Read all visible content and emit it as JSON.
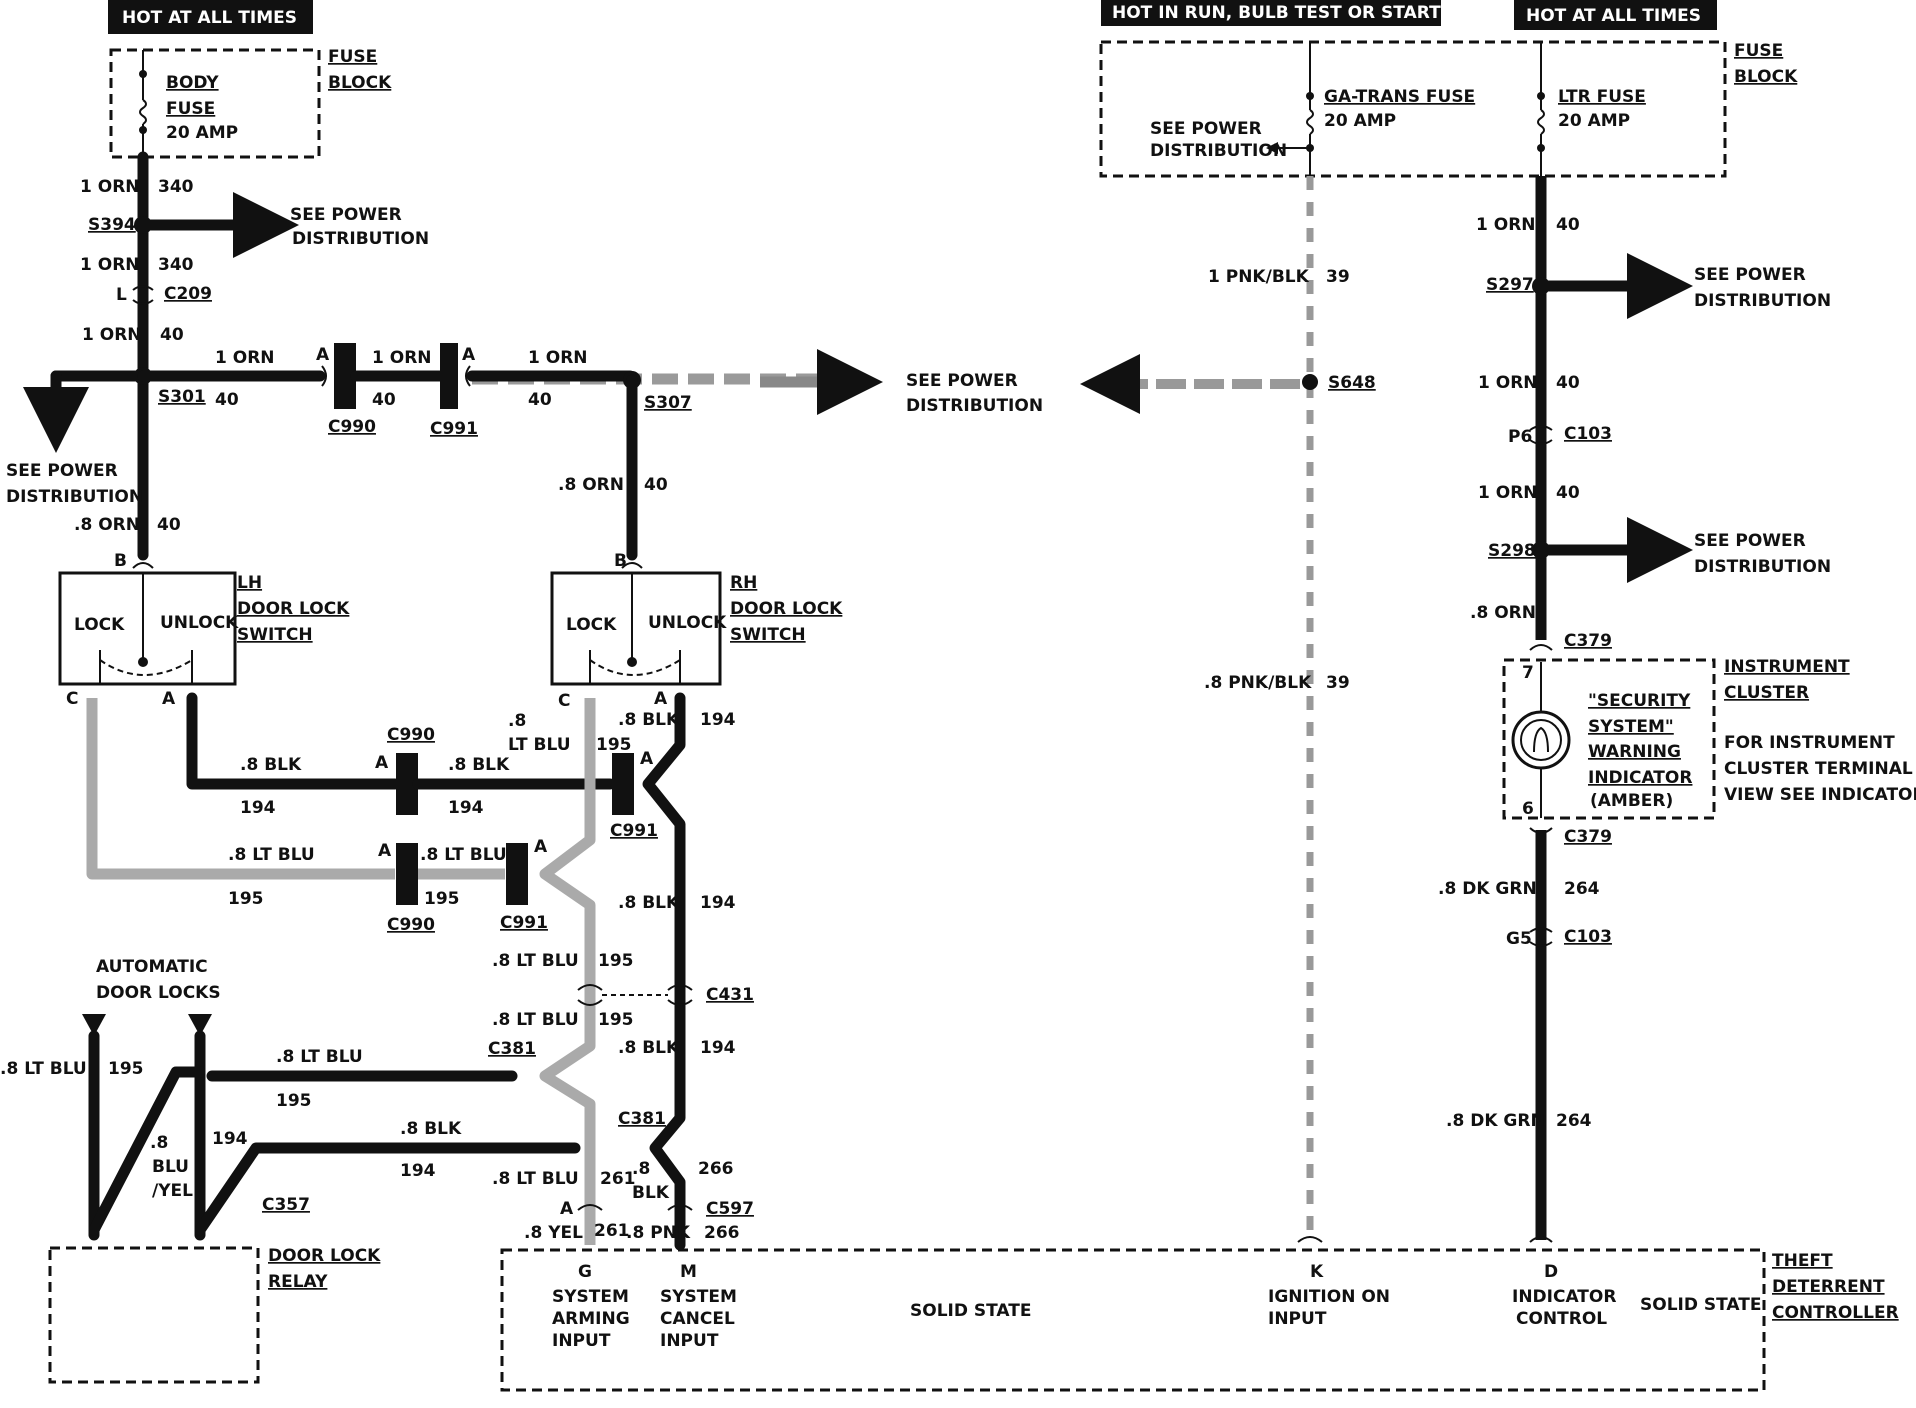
{
  "headers": {
    "hot_all_times_left": "HOT AT ALL TIMES",
    "hot_in_run": "HOT IN RUN, BULB TEST OR START",
    "hot_all_times_right": "HOT AT ALL TIMES"
  },
  "fuse_block": {
    "label1": "FUSE",
    "label2": "BLOCK"
  },
  "fuses": {
    "body": {
      "l1": "BODY",
      "l2": "FUSE",
      "amp": "20 AMP"
    },
    "ga_trans": {
      "name": "GA-TRANS FUSE",
      "amp": "20 AMP"
    },
    "ltr": {
      "name": "LTR FUSE",
      "amp": "20 AMP"
    }
  },
  "see_power": {
    "l1": "SEE POWER",
    "l2": "DISTRIBUTION",
    "small_l1": "SEE POWER",
    "small_l2": "DISTRIBUTION"
  },
  "splices": {
    "s394": "S394",
    "s301": "S301",
    "s307": "S307",
    "s648": "S648",
    "s297": "S297",
    "s298": "S298"
  },
  "connectors": {
    "c209": "C209",
    "c209_pin": "L",
    "c990": "C990",
    "c991": "C991",
    "pin_a": "A",
    "c103": "C103",
    "c103_p6": "P6",
    "c103_g5": "G5",
    "c379": "C379",
    "c379_7": "7",
    "c379_6": "6",
    "c431": "C431",
    "c381": "C381",
    "c357": "C357",
    "c597": "C597",
    "pin_b": "B",
    "pin_c": "C"
  },
  "wires": {
    "orn1": "1 ORN",
    "orn08": ".8 ORN",
    "n340": "340",
    "n40": "40",
    "blk08": ".8 BLK",
    "n194": "194",
    "ltblu08": ".8 LT BLU",
    "n195": "195",
    "lt": ".8",
    "ltblu_split": "LT BLU",
    "blu_split1": ".8",
    "blu_split2": "BLU",
    "blu_split3": "/YEL",
    "n261": "261",
    "n266": "266",
    "blk_split1": ".8",
    "blk_split2": "BLK",
    "yel08": ".8 YEL",
    "pnk08": ".8 PNK",
    "pnkblk1": "1 PNK/BLK",
    "pnkblk08": ".8 PNK/BLK",
    "n39": "39",
    "dkgrn08": ".8 DK GRN",
    "n264": "264"
  },
  "switches": {
    "lh": {
      "l1": "LH",
      "l2": "DOOR LOCK",
      "l3": "SWITCH"
    },
    "rh": {
      "l1": "RH",
      "l2": "DOOR LOCK",
      "l3": "SWITCH"
    },
    "lock": "LOCK",
    "unlock": "UNLOCK"
  },
  "cluster": {
    "l1": "INSTRUMENT",
    "l2": "CLUSTER",
    "note1": "FOR INSTRUMENT",
    "note2": "CLUSTER TERMINAL",
    "note3": "VIEW SEE INDICATORS",
    "ind1": "\"SECURITY",
    "ind2": "SYSTEM\"",
    "ind3": "WARNING",
    "ind4": "INDICATOR",
    "ind5": "(AMBER)"
  },
  "auto_locks": {
    "l1": "AUTOMATIC",
    "l2": "DOOR LOCKS"
  },
  "relay": {
    "l1": "DOOR LOCK",
    "l2": "RELAY"
  },
  "controller": {
    "l1": "THEFT",
    "l2": "DETERRENT",
    "l3": "CONTROLLER",
    "solid_state": "SOLID STATE",
    "pin_g": "G",
    "pin_m": "M",
    "pin_k": "K",
    "pin_d": "D",
    "g1": "SYSTEM",
    "g2": "ARMING",
    "g3": "INPUT",
    "m1": "SYSTEM",
    "m2": "CANCEL",
    "m3": "INPUT",
    "k1": "IGNITION ON",
    "k2": "INPUT",
    "d1": "INDICATOR",
    "d2": "CONTROL"
  }
}
